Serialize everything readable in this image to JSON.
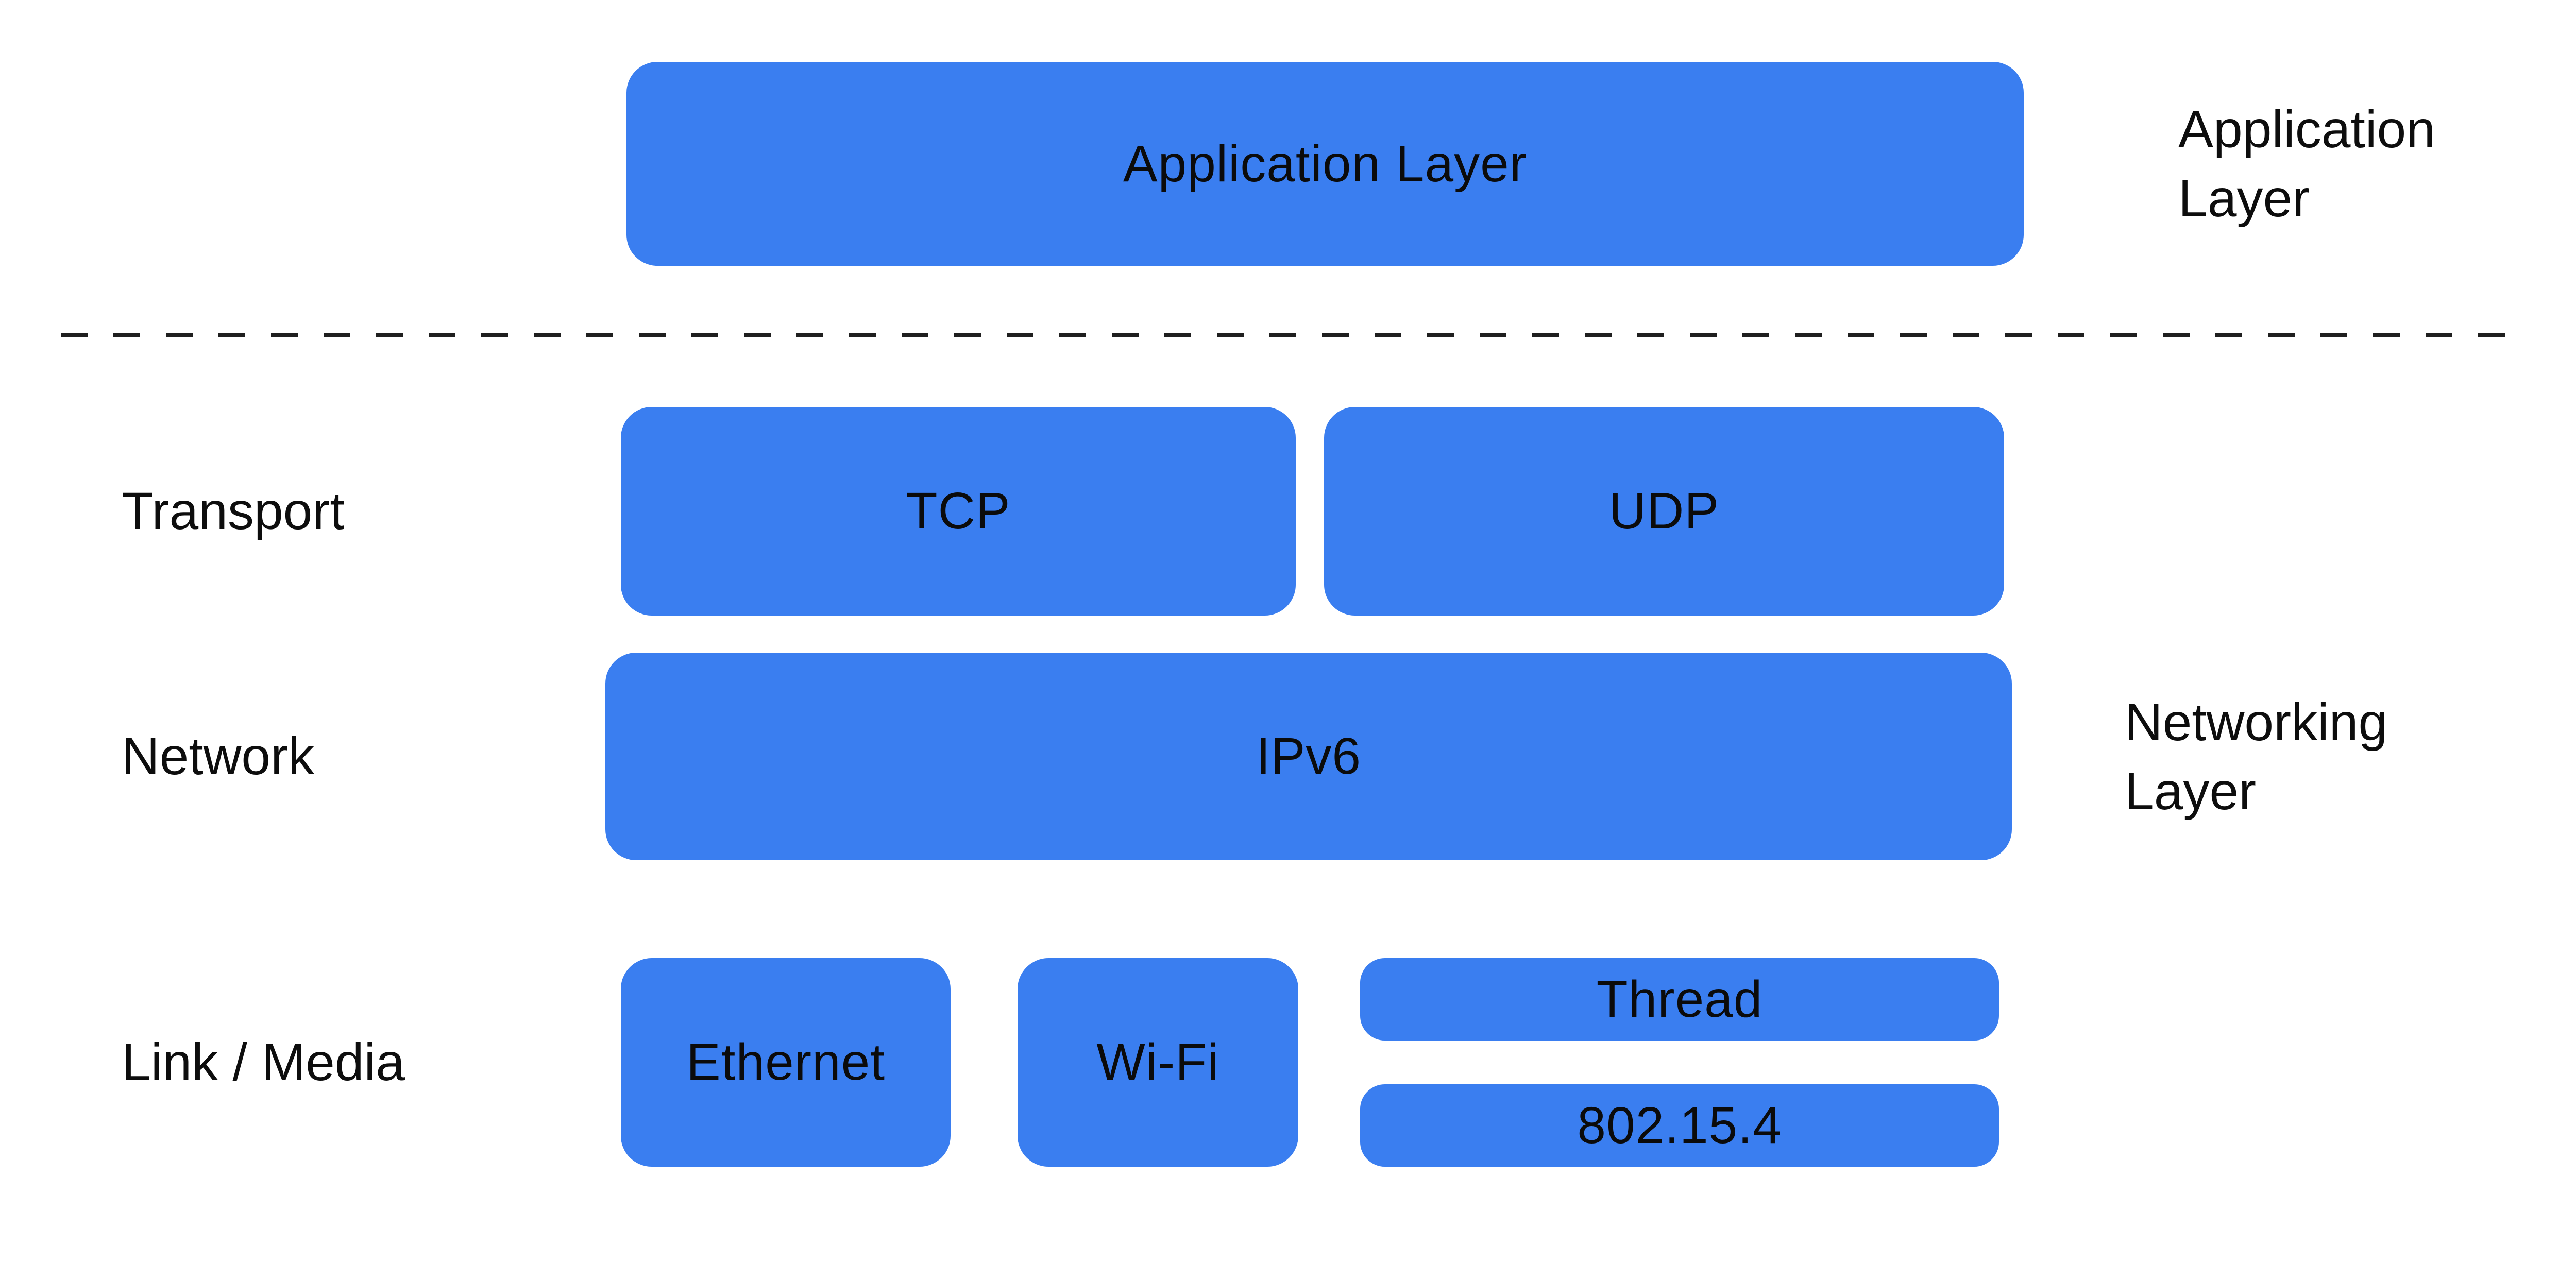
{
  "colors": {
    "accent_blue": "#3A7EF0",
    "text_dark": "#111111",
    "background": "#FFFFFF"
  },
  "diagram": {
    "top_row": {
      "box_label": "Application Layer",
      "side_label_lines": [
        "Application",
        "Layer"
      ]
    },
    "transport_row": {
      "label": "Transport",
      "boxes": [
        "TCP",
        "UDP"
      ]
    },
    "network_row": {
      "label": "Network",
      "box_label": "IPv6",
      "side_label_lines": [
        "Networking",
        "Layer"
      ]
    },
    "link_row": {
      "label": "Link / Media",
      "boxes": [
        "Ethernet",
        "Wi-Fi"
      ],
      "stacked_boxes": [
        "Thread",
        "802.15.4"
      ]
    }
  }
}
